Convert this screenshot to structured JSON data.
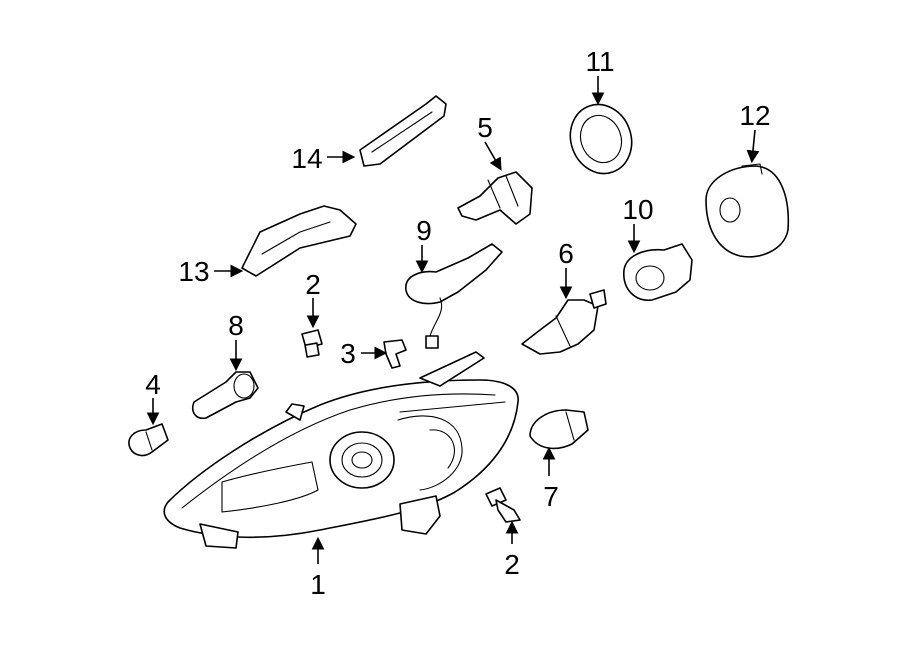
{
  "callouts": {
    "c1": "1",
    "c2a": "2",
    "c2b": "2",
    "c3": "3",
    "c4": "4",
    "c5": "5",
    "c6": "6",
    "c7": "7",
    "c8": "8",
    "c9": "9",
    "c10": "10",
    "c11": "11",
    "c12": "12",
    "c13": "13",
    "c14": "14"
  },
  "colors": {
    "line": "#000000",
    "background": "#ffffff"
  }
}
